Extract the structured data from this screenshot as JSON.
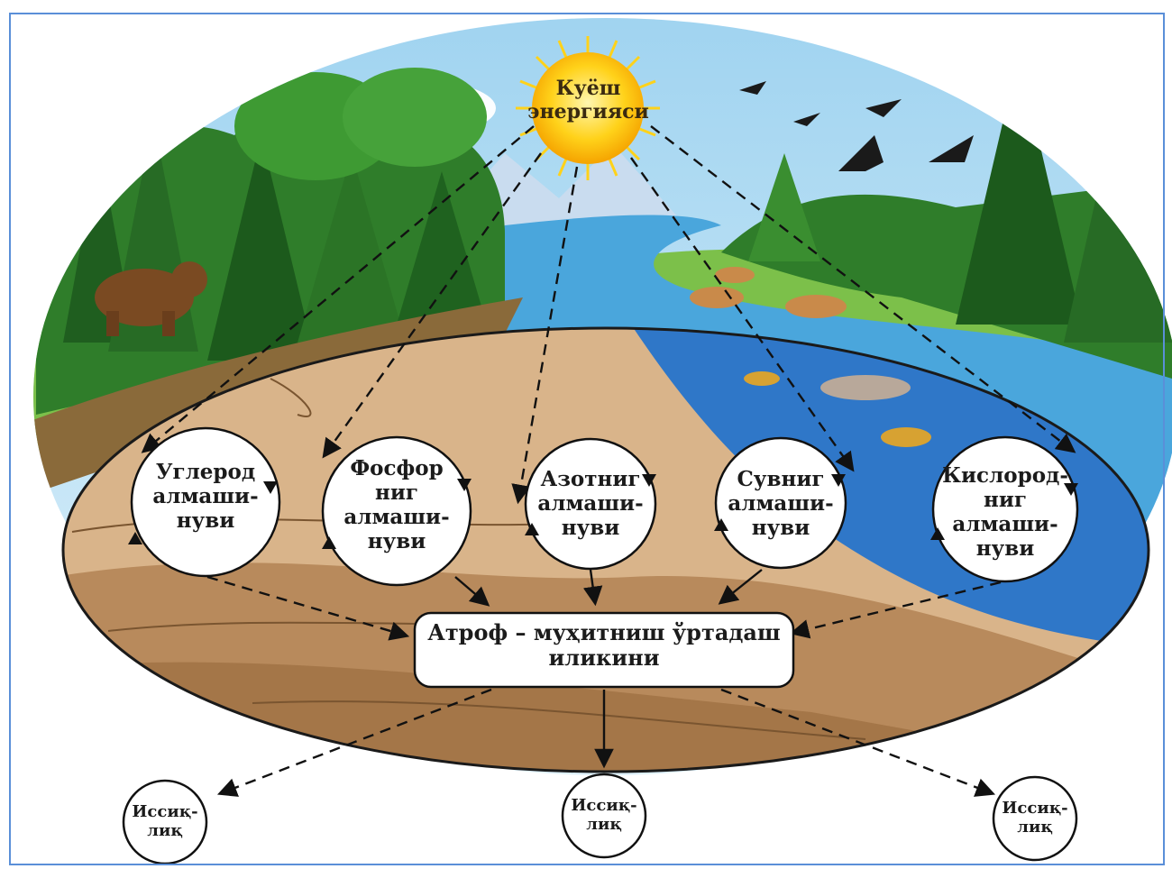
{
  "sun": {
    "line1": "Куёш",
    "line2": "энергияси"
  },
  "cycles": [
    {
      "id": "carbon",
      "lines": [
        "Углерод",
        "алмаши-",
        "нуви"
      ]
    },
    {
      "id": "phosphorus",
      "lines": [
        "Фосфор",
        "ниг",
        "алмаши-",
        "нуви"
      ]
    },
    {
      "id": "nitrogen",
      "lines": [
        "Азотниг",
        "алмаши-",
        "нуви"
      ]
    },
    {
      "id": "water",
      "lines": [
        "Сувниг",
        "алмаши-",
        "нуви"
      ]
    },
    {
      "id": "oxygen",
      "lines": [
        "Кислород-",
        "ниг",
        "алмаши-",
        "нуви"
      ]
    }
  ],
  "center": {
    "line1": "Атроф – муҳитниш ўртадаш",
    "line2": "иликини"
  },
  "heat": [
    {
      "line1": "Иссиқ-",
      "line2": "лиқ"
    },
    {
      "line1": "Иссиқ-",
      "line2": "лиқ"
    },
    {
      "line1": "Иссиқ-",
      "line2": "лиқ"
    }
  ],
  "colors": {
    "sky": "#bfe3f5",
    "soil": "#d9b48a",
    "deep_soil": "#b88a5c",
    "water": "#2f77c8",
    "forest": "#2f7d2a",
    "sun": "#ffd21a"
  }
}
